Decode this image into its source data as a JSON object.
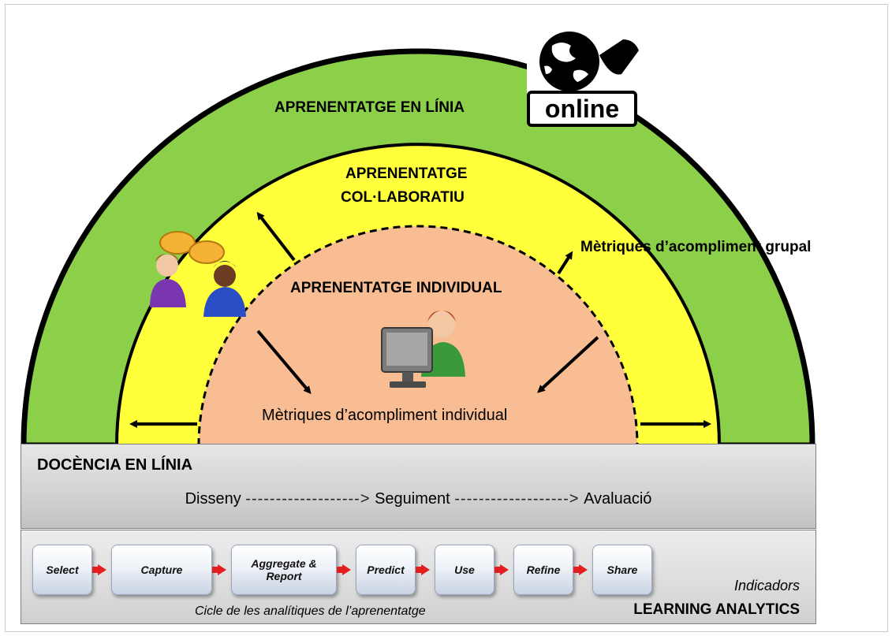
{
  "zones": {
    "online": "APRENENTATGE EN LÍNIA",
    "collab_line1": "APRENENTATGE",
    "collab_line2": "COL·LABORATIU",
    "individual": "APRENENTATGE INDIVIDUAL"
  },
  "online_badge": "online",
  "metrics": {
    "group": "Mètriques d’acompliment grupal",
    "individual": "Mètriques d’acompliment individual"
  },
  "docencia": {
    "title": "DOCÈNCIA EN LÍNIA",
    "step1": "Disseny",
    "step2": "Seguiment",
    "step3": "Avaluació",
    "dashes1": "------------------->",
    "dashes2": "------------------->"
  },
  "analytics": {
    "steps": [
      "Select",
      "Capture",
      "Aggregate & Report",
      "Predict",
      "Use",
      "Refine",
      "Share"
    ],
    "indicadors": "Indicadors",
    "learning_analytics": "LEARNING ANALYTICS",
    "cicle": "Cicle de les analítiques de l’aprenentatge"
  },
  "colors": {
    "outer_ring": "#8cd04a",
    "middle_ring": "#ffff3c",
    "inner_core": "#f9bd93",
    "flow_arrow": "#e41e1e",
    "step_fill": "#dfe6f1"
  },
  "icons": [
    "globe-icon",
    "mouse-icon",
    "chat-users-icon",
    "computer-user-icon"
  ]
}
